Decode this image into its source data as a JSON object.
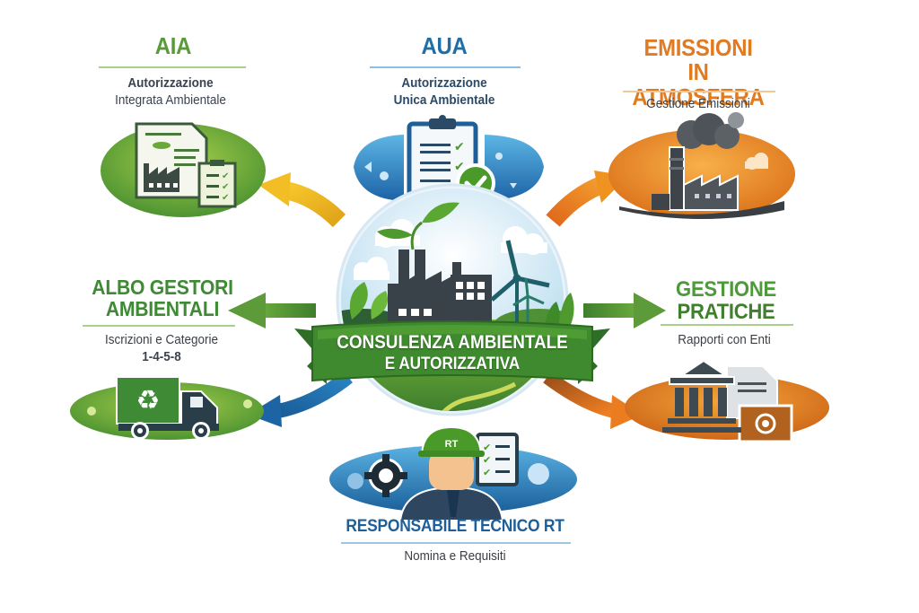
{
  "diagram": {
    "center": {
      "title_line1": "CONSULENZA AMBIENTALE",
      "title_line2": "E AUTORIZZATIVA",
      "icon": "eco-factory-globe-icon"
    },
    "nodes": [
      {
        "id": "aia",
        "title": "AIA",
        "subtitle_line1": "Autorizzazione",
        "subtitle_line2": "Integrata Ambientale",
        "color": "#5a9a3a",
        "icon": "factory-document-checklist-icon",
        "arrow_color": "#f0b41e"
      },
      {
        "id": "aua",
        "title": "AUA",
        "subtitle_line1": "Autorizzazione",
        "subtitle_line2": "Unica Ambientale",
        "color": "#1f6ea8",
        "icon": "clipboard-checkmark-icon"
      },
      {
        "id": "emissioni",
        "title_line1": "EMISSIONI",
        "title_line2": "IN ATMOSFERA",
        "subtitle": "Gestione Emissioni",
        "color": "#e07b22",
        "icon": "factory-smoke-icon",
        "arrow_color": "#e8841f"
      },
      {
        "id": "albo",
        "title_line1": "ALBO GESTORI",
        "title_line2": "AMBIENTALI",
        "subtitle_line1": "Iscrizioni e Categorie",
        "subtitle_line2": "1-4-5-8",
        "color": "#3f8a35",
        "icon": "recycling-truck-icon",
        "arrow_color": "#5e9a3c"
      },
      {
        "id": "pratiche",
        "title_line1": "GESTIONE",
        "title_line2": "PRATICHE",
        "subtitle": "Rapporti con Enti",
        "color": "#4e9a3a",
        "icon": "institution-documents-icon",
        "arrow_color": "#5e9a3c"
      },
      {
        "id": "rt",
        "title": "RESPONSABILE TECNICO RT",
        "subtitle": "Nomina e Requisiti",
        "color": "#1f5f99",
        "icon": "technician-helmet-icon",
        "helmet_label": "RT"
      }
    ]
  }
}
